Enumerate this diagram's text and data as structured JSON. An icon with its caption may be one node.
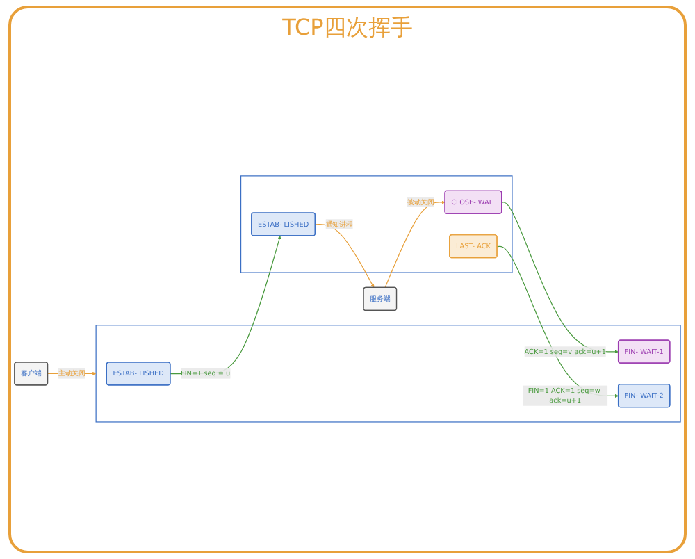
{
  "diagram": {
    "title": "TCP四次挥手",
    "nodes": [
      {
        "text": [
          "客户端"
        ]
      },
      {
        "text": [
          "服务端"
        ]
      },
      {
        "text": [],
        "shape": "box"
      },
      {
        "text": [
          "ESTAB- LISHED"
        ],
        "in": 2
      },
      {
        "text": [
          "FIN- WAIT-1"
        ],
        "in": 2
      },
      {
        "text": [
          "FIN- WAIT-2"
        ],
        "in": 2
      },
      {
        "text": [],
        "shape": "box"
      },
      {
        "text": [
          "ESTAB- LISHED"
        ],
        "in": 6
      },
      {
        "text": [
          "CLOSE- WAIT"
        ],
        "in": 6
      },
      {
        "text": [
          "LAST- ACK"
        ],
        "in": 6
      }
    ],
    "edges": [
      {
        "from": 0,
        "to": 2,
        "arrow": "to",
        "label": "主动关闭",
        "color": "#e8a03a"
      },
      {
        "from": 3,
        "to": 7,
        "arrow": "to",
        "label": "FIN=1 seq = u",
        "color": "#4a9a3f"
      },
      {
        "from": 7,
        "to": 1,
        "arrow": "to",
        "label": "通知进程",
        "color": "#e8a03a"
      },
      {
        "from": 8,
        "to": 4,
        "arrow": "to",
        "label": "ACK=1 seq=v ack=u+1",
        "color": "#4a9a3f"
      },
      {
        "from": 1,
        "to": 8,
        "arrow": "to",
        "label": "被动关闭",
        "color": "#e8a03a"
      },
      {
        "from": 9,
        "to": 5,
        "arrow": "to",
        "label": "FIN=1 ACK=1 seq=w ack=u+1",
        "color": "#4a9a3f"
      }
    ]
  }
}
